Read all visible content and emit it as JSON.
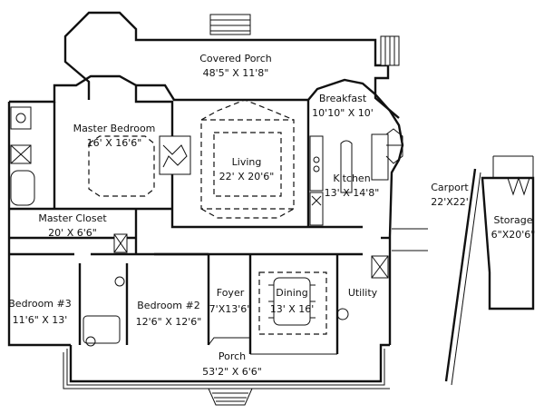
{
  "rooms": [
    {
      "key": "covered_porch",
      "name": "Covered Porch",
      "size": "48'5\" X 11'8\""
    },
    {
      "key": "breakfast",
      "name": "Breakfast",
      "size": "10'10\" X 10'"
    },
    {
      "key": "master_bedroom",
      "name": "Master Bedroom",
      "size": "16' X 16'6\""
    },
    {
      "key": "living",
      "name": "Living",
      "size": "22' X 20'6\""
    },
    {
      "key": "kitchen",
      "name": "Kitchen",
      "size": "13' X 14'8\""
    },
    {
      "key": "carport",
      "name": "Carport",
      "size": "22'X22'"
    },
    {
      "key": "storage",
      "name": "Storage",
      "size": "6\"X20'6\""
    },
    {
      "key": "master_closet",
      "name": "Master Closet",
      "size": "20' X 6'6\""
    },
    {
      "key": "bedroom3",
      "name": "Bedroom #3",
      "size": "11'6\" X 13'"
    },
    {
      "key": "bedroom2",
      "name": "Bedroom #2",
      "size": "12'6\" X 12'6\""
    },
    {
      "key": "foyer",
      "name": "Foyer",
      "size": "7'X13'6\""
    },
    {
      "key": "dining",
      "name": "Dining",
      "size": "13' X 16'"
    },
    {
      "key": "utility",
      "name": "Utility",
      "size": ""
    },
    {
      "key": "porch",
      "name": "Porch",
      "size": "53'2\" X 6'6\""
    }
  ]
}
